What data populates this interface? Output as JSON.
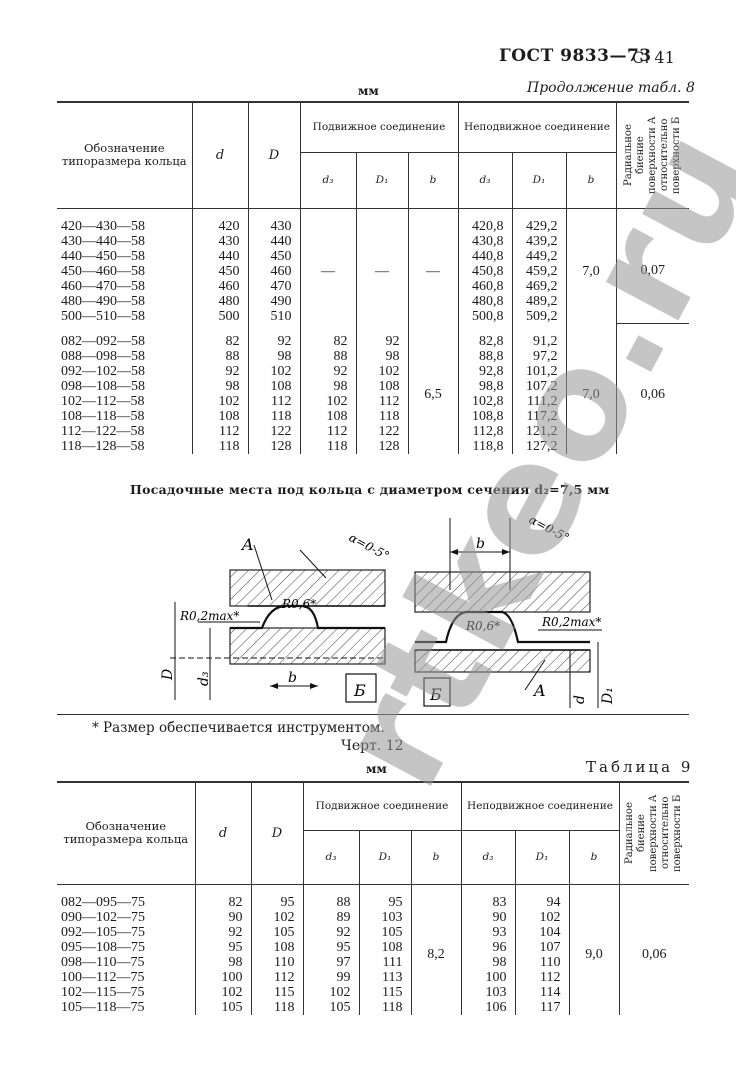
{
  "header": {
    "standard": "ГОСТ 9833—73",
    "page": "С. 41"
  },
  "table8": {
    "units": "мм",
    "continuation": "Продолжение табл. 8",
    "headers": {
      "designation": "Обозначение типоразмера кольца",
      "d": "d",
      "D": "D",
      "movable": "Подвижное соединение",
      "fixed": "Неподвижное соединение",
      "d3": "d₃",
      "D1": "D₁",
      "b": "b",
      "runout": "Радиальное биение поверхности А относительно поверхности Б"
    },
    "group1": {
      "rows": [
        [
          "420—430—58",
          "420",
          "430",
          "420,8",
          "429,2"
        ],
        [
          "430—440—58",
          "430",
          "440",
          "430,8",
          "439,2"
        ],
        [
          "440—450—58",
          "440",
          "450",
          "440,8",
          "449,2"
        ],
        [
          "450—460—58",
          "450",
          "460",
          "450,8",
          "459,2"
        ],
        [
          "460—470—58",
          "460",
          "470",
          "460,8",
          "469,2"
        ],
        [
          "480—490—58",
          "480",
          "490",
          "480,8",
          "489,2"
        ],
        [
          "500—510—58",
          "500",
          "510",
          "500,8",
          "509,2"
        ]
      ],
      "movable_dash": "—",
      "fixed_b": "7,0",
      "runout": "0,07"
    },
    "group2": {
      "rows": [
        [
          "082—092—58",
          "82",
          "92",
          "82",
          "92",
          "82,8",
          "91,2"
        ],
        [
          "088—098—58",
          "88",
          "98",
          "88",
          "98",
          "88,8",
          "97,2"
        ],
        [
          "092—102—58",
          "92",
          "102",
          "92",
          "102",
          "92,8",
          "101,2"
        ],
        [
          "098—108—58",
          "98",
          "108",
          "98",
          "108",
          "98,8",
          "107,2"
        ],
        [
          "102—112—58",
          "102",
          "112",
          "102",
          "112",
          "102,8",
          "111,2"
        ],
        [
          "108—118—58",
          "108",
          "118",
          "108",
          "118",
          "108,8",
          "117,2"
        ],
        [
          "112—122—58",
          "112",
          "122",
          "112",
          "122",
          "112,8",
          "121,2"
        ],
        [
          "118—128—58",
          "118",
          "128",
          "118",
          "128",
          "118,8",
          "127,2"
        ]
      ],
      "movable_b": "6,5",
      "fixed_b": "7,0",
      "runout": "0,06"
    }
  },
  "figure": {
    "caption": "Посадочные места под кольца с диаметром сечения d₂=7,5 мм",
    "labels": {
      "A": "A",
      "B": "Б",
      "alpha": "α=0-5°",
      "r06": "R0,6*",
      "r02": "R0,2max*",
      "b": "b",
      "d3": "d₃",
      "D": "D",
      "d": "d",
      "D1": "D₁"
    },
    "note": "* Размер обеспечивается инструментом.",
    "number": "Черт. 12"
  },
  "table9": {
    "units": "мм",
    "title": "Таблица 9",
    "headers": {
      "designation": "Обозначение типоразмера кольца",
      "d": "d",
      "D": "D",
      "movable": "Подвижное соединение",
      "fixed": "Неподвижное соединение",
      "d3": "d₃",
      "D1": "D₁",
      "b": "b",
      "runout": "Радиальное биение поверхности А относительно поверхности Б"
    },
    "rows": [
      [
        "082—095—75",
        "82",
        "95",
        "88",
        "95",
        "83",
        "94"
      ],
      [
        "090—102—75",
        "90",
        "102",
        "89",
        "103",
        "90",
        "102"
      ],
      [
        "092—105—75",
        "92",
        "105",
        "92",
        "105",
        "93",
        "104"
      ],
      [
        "095—108—75",
        "95",
        "108",
        "95",
        "108",
        "96",
        "107"
      ],
      [
        "098—110—75",
        "98",
        "110",
        "97",
        "111",
        "98",
        "110"
      ],
      [
        "100—112—75",
        "100",
        "112",
        "99",
        "113",
        "100",
        "112"
      ],
      [
        "102—115—75",
        "102",
        "115",
        "102",
        "115",
        "103",
        "114"
      ],
      [
        "105—118—75",
        "105",
        "118",
        "105",
        "118",
        "106",
        "117"
      ]
    ],
    "movable_b": "8,2",
    "fixed_b": "9,0",
    "runout": "0,06"
  },
  "watermark": "rtkeo.ru"
}
